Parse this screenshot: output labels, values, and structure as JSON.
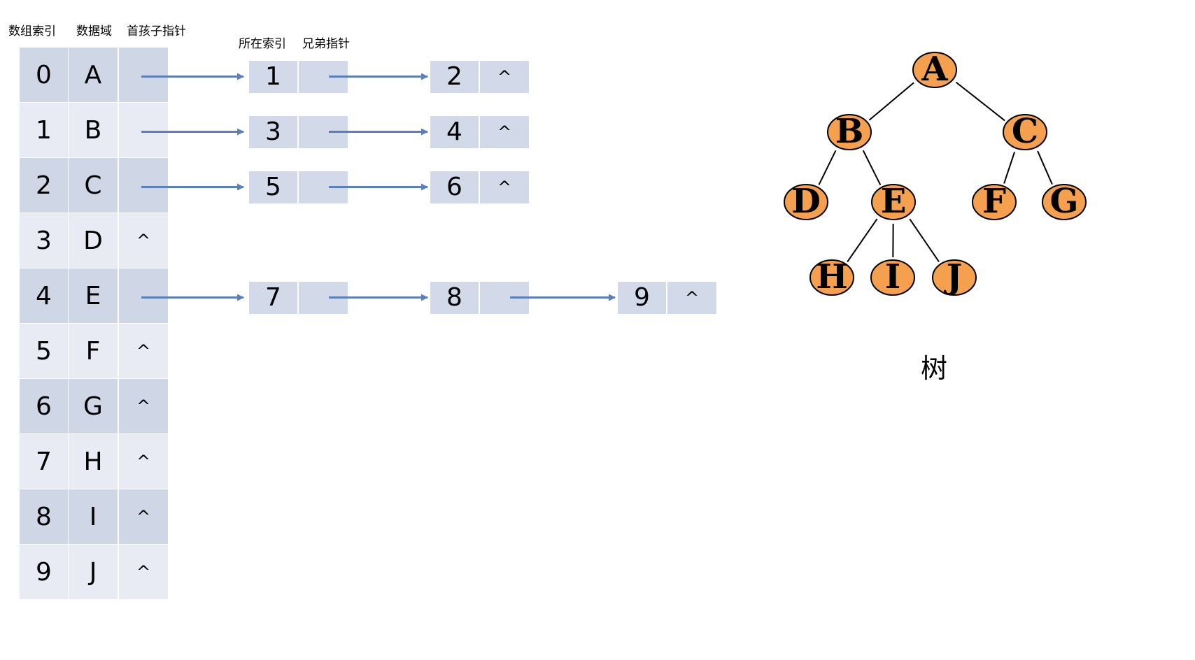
{
  "headers": {
    "array_index": "数组索引",
    "data_field": "数据域",
    "first_child_pointer": "首孩子指针",
    "position_index": "所在索引",
    "sibling_pointer": "兄弟指针"
  },
  "array": [
    {
      "index": "0",
      "data": "A",
      "pointer": ""
    },
    {
      "index": "1",
      "data": "B",
      "pointer": ""
    },
    {
      "index": "2",
      "data": "C",
      "pointer": ""
    },
    {
      "index": "3",
      "data": "D",
      "pointer": "^"
    },
    {
      "index": "4",
      "data": "E",
      "pointer": ""
    },
    {
      "index": "5",
      "data": "F",
      "pointer": "^"
    },
    {
      "index": "6",
      "data": "G",
      "pointer": "^"
    },
    {
      "index": "7",
      "data": "H",
      "pointer": "^"
    },
    {
      "index": "8",
      "data": "I",
      "pointer": "^"
    },
    {
      "index": "9",
      "data": "J",
      "pointer": "^"
    }
  ],
  "child_lists": [
    {
      "parent": "A",
      "nodes": [
        {
          "value": "1",
          "next": ""
        },
        {
          "value": "2",
          "next": "^"
        }
      ]
    },
    {
      "parent": "B",
      "nodes": [
        {
          "value": "3",
          "next": ""
        },
        {
          "value": "4",
          "next": "^"
        }
      ]
    },
    {
      "parent": "C",
      "nodes": [
        {
          "value": "5",
          "next": ""
        },
        {
          "value": "6",
          "next": "^"
        }
      ]
    },
    {
      "parent": "E",
      "nodes": [
        {
          "value": "7",
          "next": ""
        },
        {
          "value": "8",
          "next": ""
        },
        {
          "value": "9",
          "next": "^"
        }
      ]
    }
  ],
  "tree": {
    "nodes": [
      "A",
      "B",
      "C",
      "D",
      "E",
      "F",
      "G",
      "H",
      "I",
      "J"
    ],
    "edges": [
      [
        "A",
        "B"
      ],
      [
        "A",
        "C"
      ],
      [
        "B",
        "D"
      ],
      [
        "B",
        "E"
      ],
      [
        "C",
        "F"
      ],
      [
        "C",
        "G"
      ],
      [
        "E",
        "H"
      ],
      [
        "E",
        "I"
      ],
      [
        "E",
        "J"
      ]
    ],
    "caption": "树",
    "node_color": "#f4a04f",
    "edge_color": "#000000"
  },
  "colors": {
    "arrow": "#5b7fbd",
    "row_dark": "#cfd6e6",
    "row_light": "#e8ebf3",
    "list_node": "#d2d9e8"
  }
}
